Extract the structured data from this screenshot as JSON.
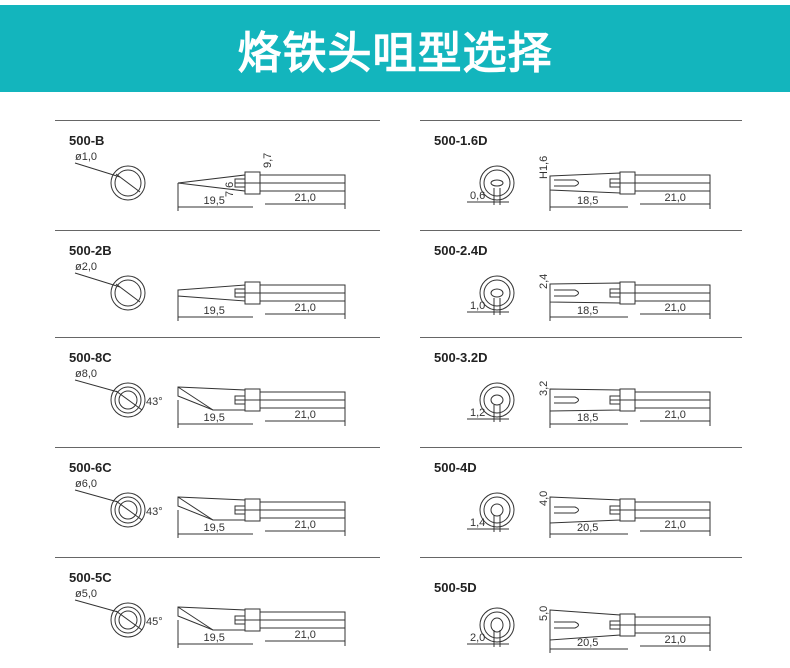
{
  "header": {
    "title": "烙铁头咀型选择"
  },
  "accent_color": "#13b5bd",
  "tips": {
    "left": [
      {
        "model": "500-B",
        "type": "conical",
        "diameter": "ø1,0",
        "length": "19,5",
        "shank": "21,0",
        "extra": [
          "9,7",
          "7,6"
        ]
      },
      {
        "model": "500-2B",
        "type": "conical",
        "diameter": "ø2,0",
        "length": "19,5",
        "shank": "21,0"
      },
      {
        "model": "500-8C",
        "type": "bevel",
        "diameter": "ø8,0",
        "angle": "43°",
        "length": "19,5",
        "shank": "21,0"
      },
      {
        "model": "500-6C",
        "type": "bevel",
        "diameter": "ø6,0",
        "angle": "43°",
        "length": "19,5",
        "shank": "21,0"
      },
      {
        "model": "500-5C",
        "type": "bevel",
        "diameter": "ø5,0",
        "angle": "45°",
        "length": "19,5",
        "shank": "21,0"
      }
    ],
    "right": [
      {
        "model": "500-1.6D",
        "type": "chisel",
        "thickness": "0,6",
        "height": "H1,6",
        "length": "18,5",
        "shank": "21,0"
      },
      {
        "model": "500-2.4D",
        "type": "chisel",
        "thickness": "1,0",
        "height": "2,4",
        "length": "18,5",
        "shank": "21,0"
      },
      {
        "model": "500-3.2D",
        "type": "chisel",
        "thickness": "1,2",
        "height": "3,2",
        "length": "18,5",
        "shank": "21,0"
      },
      {
        "model": "500-4D",
        "type": "chisel",
        "thickness": "1,4",
        "height": "4,0",
        "length": "20,5",
        "shank": "21,0"
      },
      {
        "model": "500-5D",
        "type": "chisel",
        "thickness": "2,0",
        "height": "5,0",
        "length": "20,5",
        "shank": "21,0"
      }
    ]
  }
}
